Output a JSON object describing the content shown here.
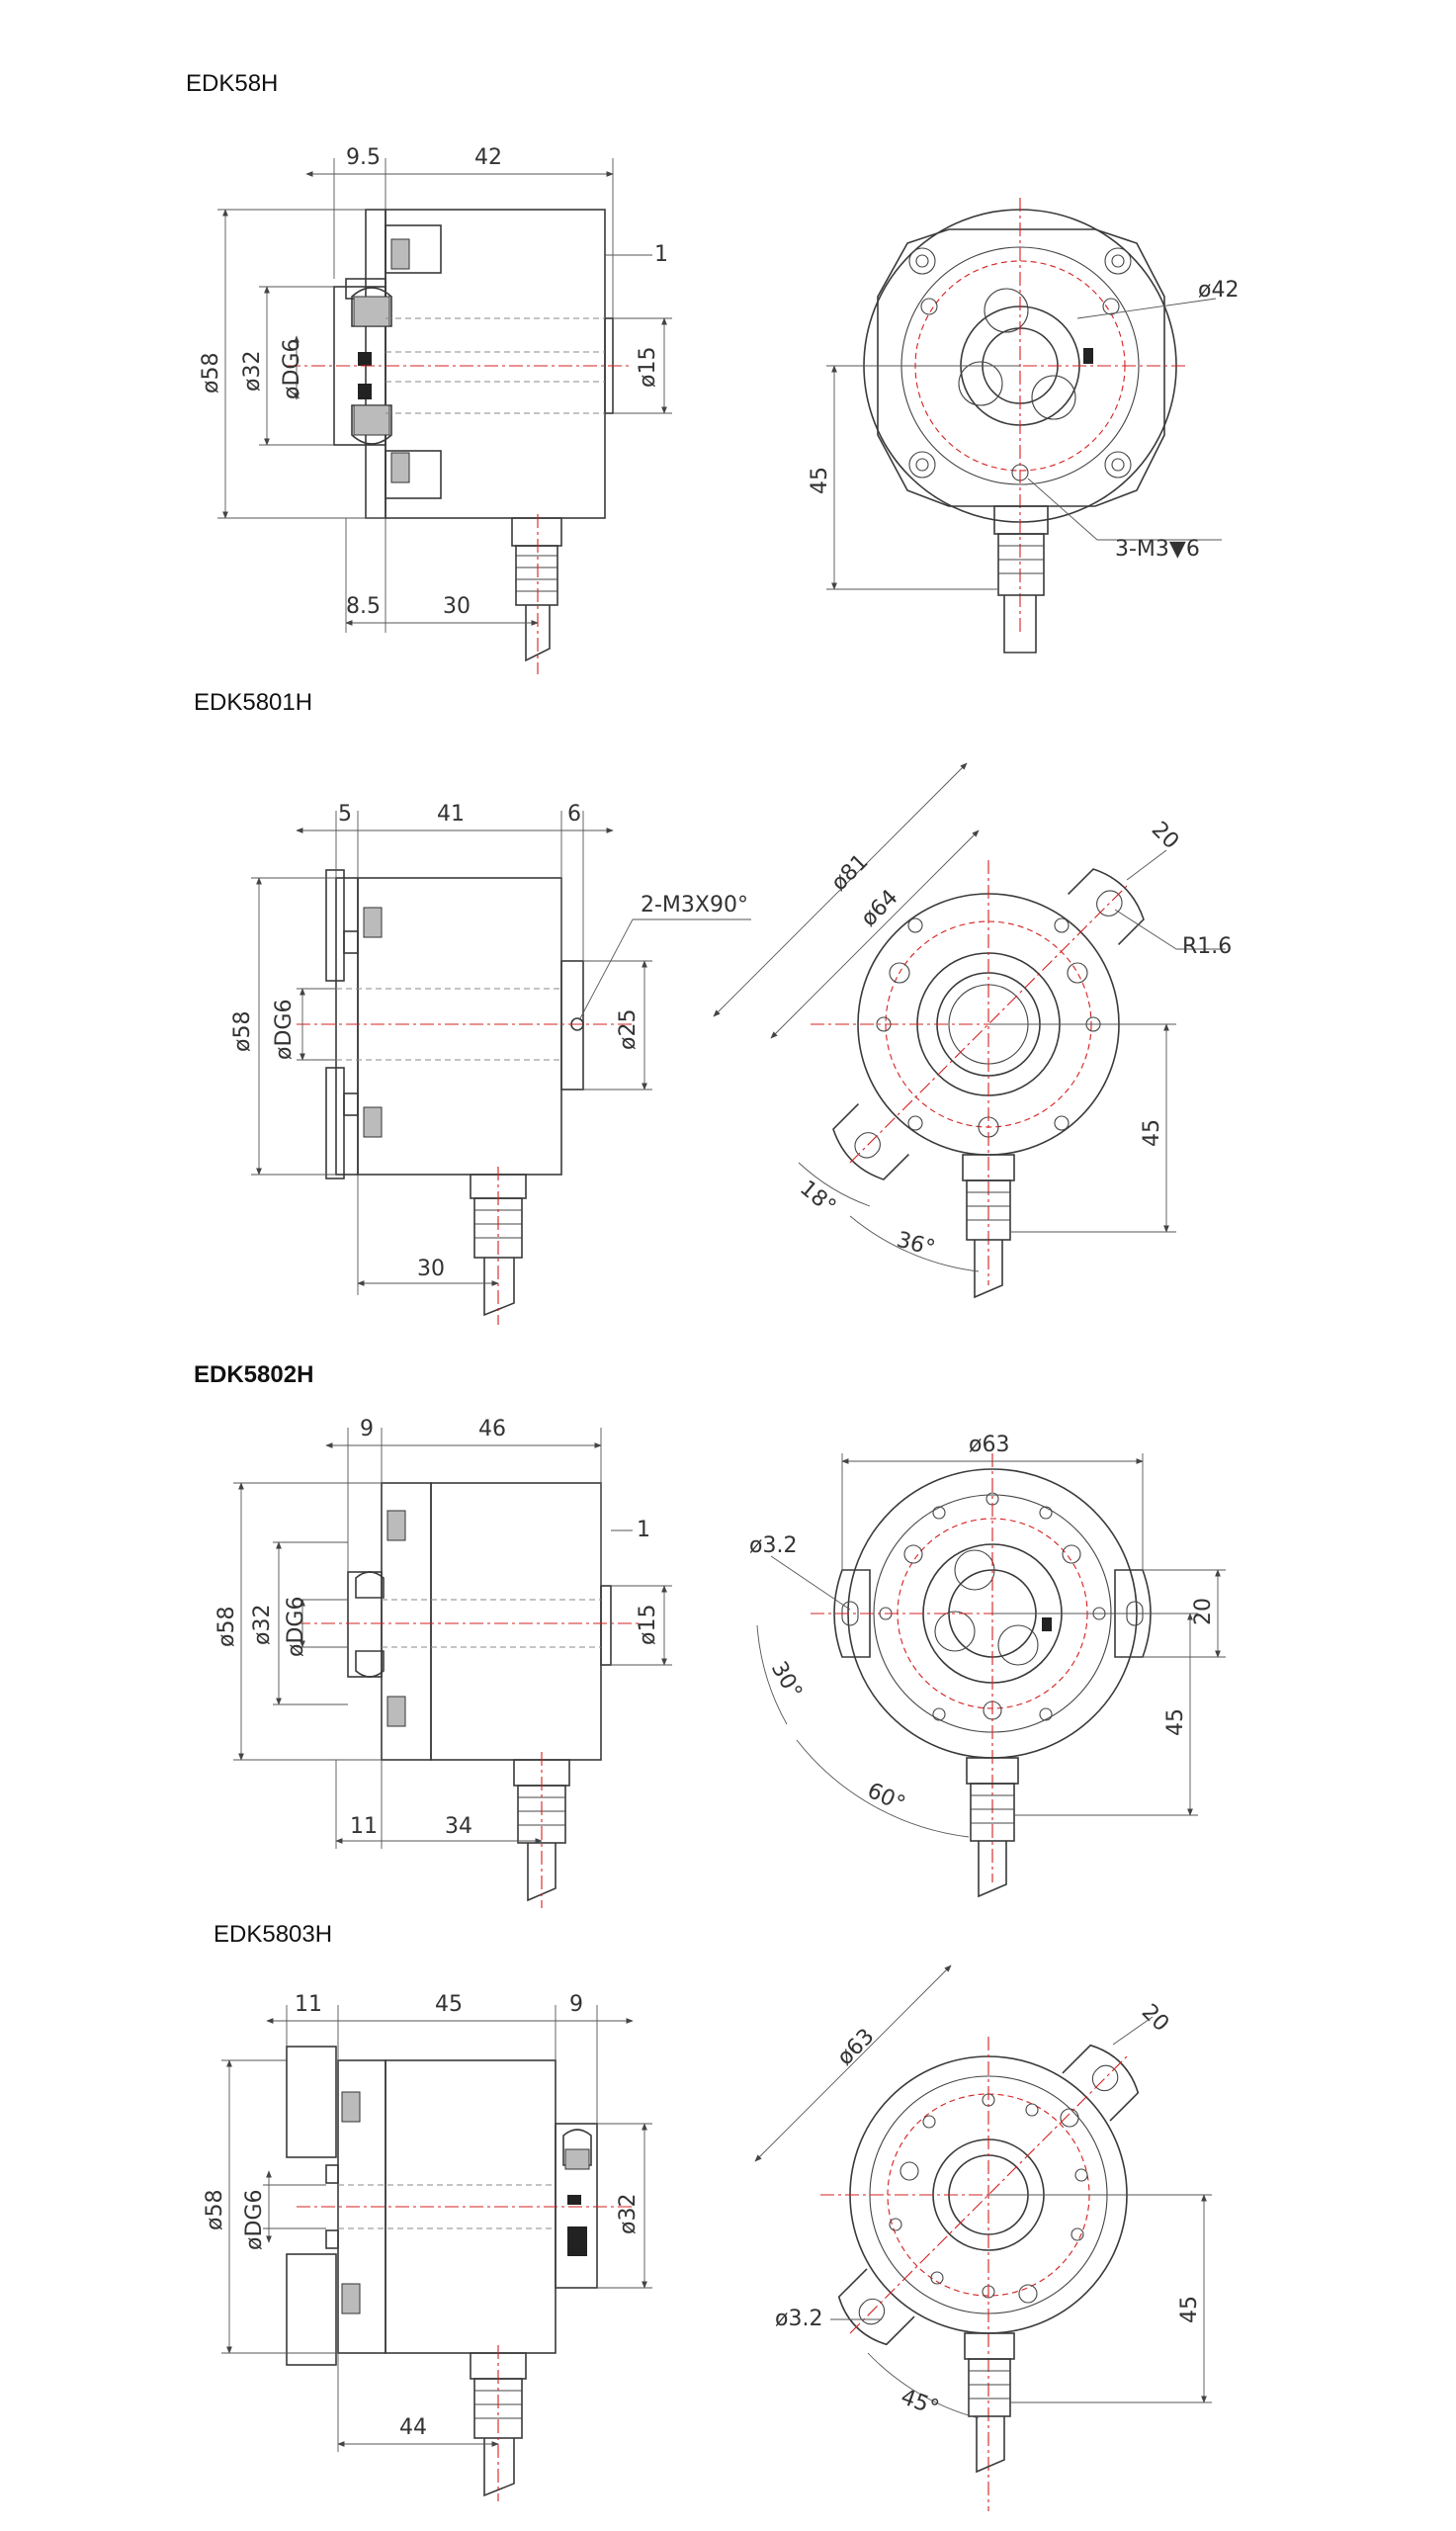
{
  "models": [
    {
      "name": "EDK58H",
      "side": {
        "d_outer": "ø58",
        "d_inner": "ø32",
        "d_shaft": "øDG6",
        "d_right": "ø15",
        "top_a": "9.5",
        "top_b": "42",
        "gap": "1",
        "bot_a": "8.5",
        "bot_b": "30"
      },
      "front": {
        "pcd": "ø42",
        "height": "45",
        "holes": "3-M3▼6"
      }
    },
    {
      "name": "EDK5801H",
      "side": {
        "d_outer": "ø58",
        "d_shaft": "øDG6",
        "d_right": "ø25",
        "top_a": "5",
        "top_b": "41",
        "top_c": "6",
        "screw": "2-M3X90°",
        "bot": "30"
      },
      "front": {
        "d_a": "ø81",
        "d_b": "ø64",
        "slot": "20",
        "radius": "R1.6",
        "height": "45",
        "angle_a": "18°",
        "angle_b": "36°"
      }
    },
    {
      "name": "EDK5802H",
      "side": {
        "d_outer": "ø58",
        "d_inner": "ø32",
        "d_shaft": "øDG6",
        "d_right": "ø15",
        "top_a": "9",
        "top_b": "46",
        "gap": "1",
        "bot_a": "11",
        "bot_b": "34"
      },
      "front": {
        "d_top": "ø63",
        "hole": "ø3.2",
        "slot": "20",
        "height": "45",
        "angle_a": "30°",
        "angle_b": "60°"
      }
    },
    {
      "name": "EDK5803H",
      "side": {
        "d_outer": "ø58",
        "d_shaft": "øDG6",
        "d_right": "ø32",
        "top_a": "11",
        "top_b": "45",
        "top_c": "9",
        "bot": "44"
      },
      "front": {
        "d_top": "ø63",
        "hole": "ø3.2",
        "slot": "20",
        "height": "45",
        "angle": "45°"
      }
    }
  ]
}
